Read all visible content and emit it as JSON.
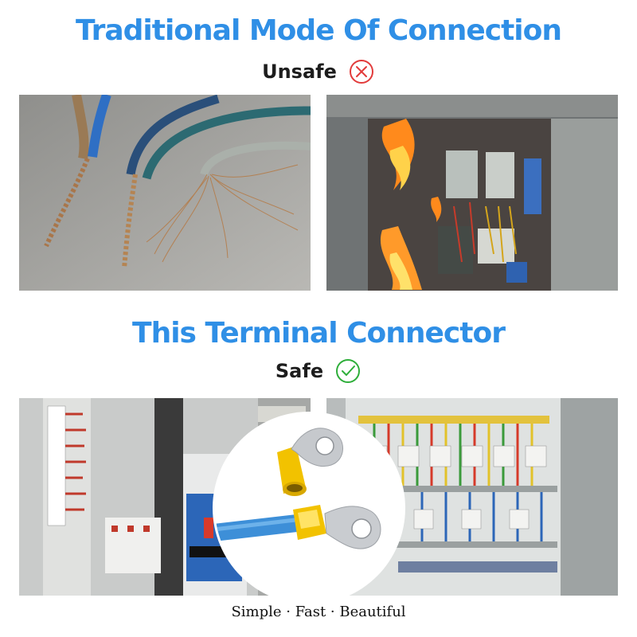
{
  "top_section": {
    "title": "Traditional Mode Of Connection",
    "status_label": "Unsafe",
    "status_icon": "cross-circle-icon",
    "status_color": "#e23b3b"
  },
  "bottom_section": {
    "title": "This Terminal Connector",
    "status_label": "Safe",
    "status_icon": "check-circle-icon",
    "status_color": "#2eae3a"
  },
  "tagline": "Simple · Fast · Beautiful",
  "colors": {
    "headline": "#2f8fe6",
    "wire_blue": "#2f6fc4",
    "connector_yellow": "#f2c200",
    "fire": "#ff8a1c"
  },
  "images": {
    "top_left": "frayed-twisted-wires-photo",
    "top_right": "burning-electrical-cabinet-photo",
    "bottom_left": "orderly-control-panel-photo",
    "bottom_right": "wired-distribution-panel-photo",
    "center_inset": "yellow-ring-terminal-connector-photo"
  }
}
